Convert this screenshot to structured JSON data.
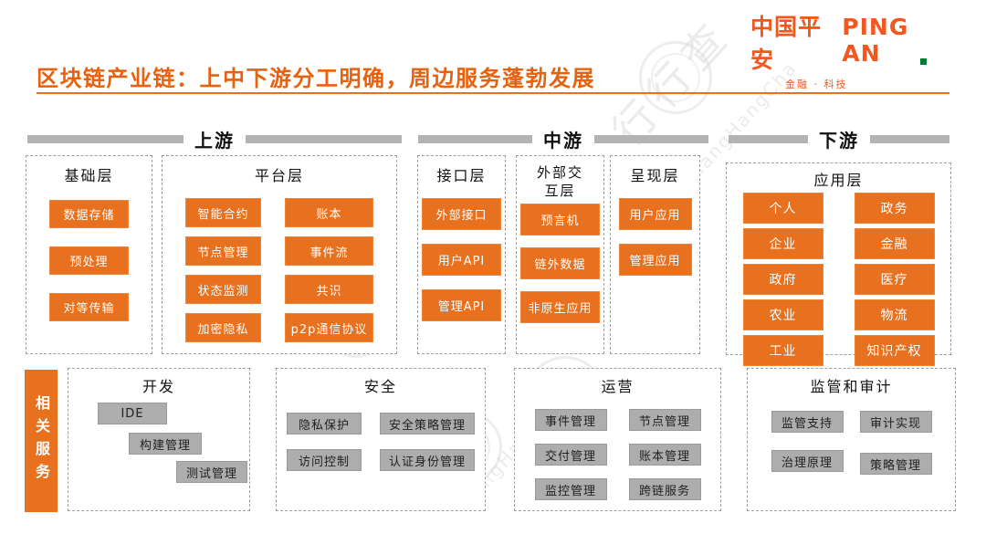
{
  "watermark": {
    "cn": "行行查",
    "en": "HangHangCha"
  },
  "logo": {
    "cn": "中国平安",
    "en": "PING AN",
    "tagline": "金融 · 科技"
  },
  "title": "区块链产业链：上中下游分工明确，周边服务蓬勃发展",
  "streams": {
    "up": "上游",
    "mid": "中游",
    "down": "下游"
  },
  "layers": {
    "foundation": {
      "title": "基础层",
      "items": [
        "数据存储",
        "预处理",
        "对等传输"
      ]
    },
    "platform": {
      "title": "平台层",
      "col1": [
        "智能合约",
        "节点管理",
        "状态监测",
        "加密隐私"
      ],
      "col2": [
        "账本",
        "事件流",
        "共识",
        "p2p通信协议"
      ]
    },
    "interface": {
      "title": "接口层",
      "items": [
        "外部接口",
        "用户API",
        "管理API"
      ]
    },
    "external": {
      "title": "外部交互层",
      "items": [
        "预言机",
        "链外数据",
        "非原生应用"
      ]
    },
    "presentation": {
      "title": "呈现层",
      "items": [
        "用户应用",
        "管理应用"
      ]
    },
    "application": {
      "title": "应用层",
      "col1": [
        "个人",
        "企业",
        "政府",
        "农业",
        "工业"
      ],
      "col2": [
        "政务",
        "金融",
        "医疗",
        "物流",
        "知识产权"
      ]
    }
  },
  "services": {
    "label": "相关服务",
    "dev": {
      "title": "开发",
      "items": [
        "IDE",
        "构建管理",
        "测试管理"
      ]
    },
    "security": {
      "title": "安全",
      "col1": [
        "隐私保护",
        "访问控制"
      ],
      "col2": [
        "安全策略管理",
        "认证身份管理"
      ]
    },
    "ops": {
      "title": "运营",
      "col1": [
        "事件管理",
        "交付管理",
        "监控管理"
      ],
      "col2": [
        "节点管理",
        "账本管理",
        "跨链服务"
      ]
    },
    "audit": {
      "title": "监管和审计",
      "col1": [
        "监管支持",
        "治理原理"
      ],
      "col2": [
        "审计实现",
        "策略管理"
      ]
    }
  },
  "colors": {
    "box_orange": "#E8711F",
    "title_orange": "#E8610F",
    "logo_orange": "#F1571F",
    "logo_green": "#007A33",
    "gray_box": "#ADADAD",
    "bar_gray": "#B3B3B3"
  }
}
